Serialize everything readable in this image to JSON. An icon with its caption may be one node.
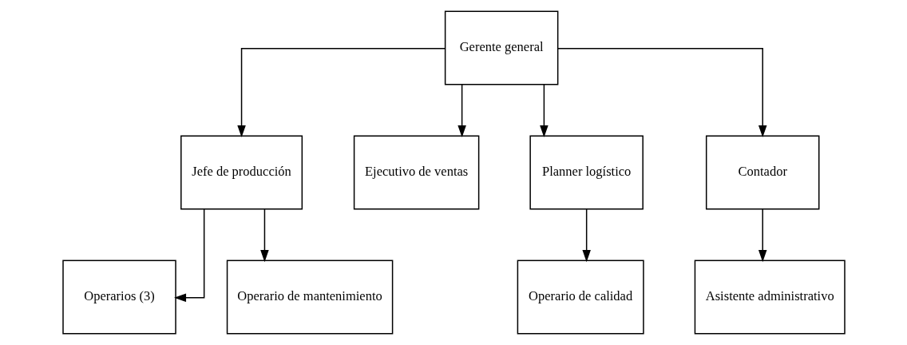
{
  "diagram": {
    "nodes": [
      {
        "text": [
          "Gerente general"
        ]
      },
      {
        "text": [
          "Jefe de producción"
        ]
      },
      {
        "text": [
          "Ejecutivo de ventas"
        ]
      },
      {
        "text": [
          "Planner logístico"
        ]
      },
      {
        "text": [
          "Contador"
        ]
      },
      {
        "text": [
          "Operarios (3)"
        ]
      },
      {
        "text": [
          "Operario de mantenimiento"
        ]
      },
      {
        "text": [
          "Operario de calidad"
        ]
      },
      {
        "text": [
          "Asistente administrativo"
        ]
      }
    ],
    "edges": [
      {
        "from": 0,
        "to": 1,
        "arrow": "to"
      },
      {
        "from": 0,
        "to": 2,
        "arrow": "to"
      },
      {
        "from": 0,
        "to": 3,
        "arrow": "to"
      },
      {
        "from": 0,
        "to": 4,
        "arrow": "to"
      },
      {
        "from": 1,
        "to": 5,
        "arrow": "to"
      },
      {
        "from": 1,
        "to": 6,
        "arrow": "to"
      },
      {
        "from": 3,
        "to": 7,
        "arrow": "to"
      },
      {
        "from": 4,
        "to": 8,
        "arrow": "to"
      }
    ]
  }
}
